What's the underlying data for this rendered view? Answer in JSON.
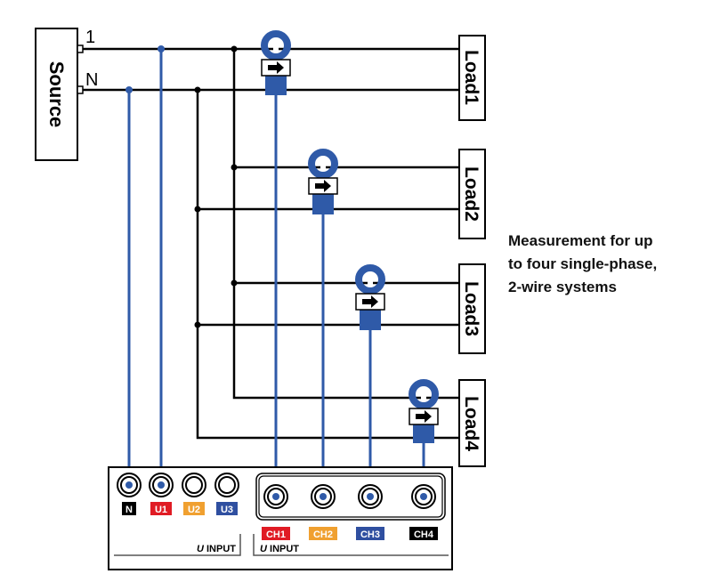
{
  "source": {
    "label": "Source",
    "terminals": [
      "1",
      "N"
    ]
  },
  "loads": [
    {
      "label": "Load1"
    },
    {
      "label": "Load2"
    },
    {
      "label": "Load3"
    },
    {
      "label": "Load4"
    }
  ],
  "caption": {
    "lines": [
      "Measurement for up",
      "to four single-phase,",
      "2-wire systems"
    ]
  },
  "instrument": {
    "voltage_terminals": [
      {
        "label": "N",
        "color": "#000000",
        "connected": true
      },
      {
        "label": "U1",
        "color": "#e01b24",
        "connected": true
      },
      {
        "label": "U2",
        "color": "#f0a030",
        "connected": false
      },
      {
        "label": "U3",
        "color": "#2f4fa0",
        "connected": false
      }
    ],
    "current_channels": [
      {
        "label": "CH1",
        "color": "#e01b24"
      },
      {
        "label": "CH2",
        "color": "#f0a030"
      },
      {
        "label": "CH3",
        "color": "#2f4fa0"
      },
      {
        "label": "CH4",
        "color": "#000000"
      }
    ],
    "u_input_label_left": {
      "italic": "U",
      "rest": " INPUT"
    },
    "u_input_label_right": {
      "italic": "U",
      "rest": " INPUT"
    }
  },
  "colors": {
    "wire": "#000000",
    "probe": "#2f5aa8"
  }
}
